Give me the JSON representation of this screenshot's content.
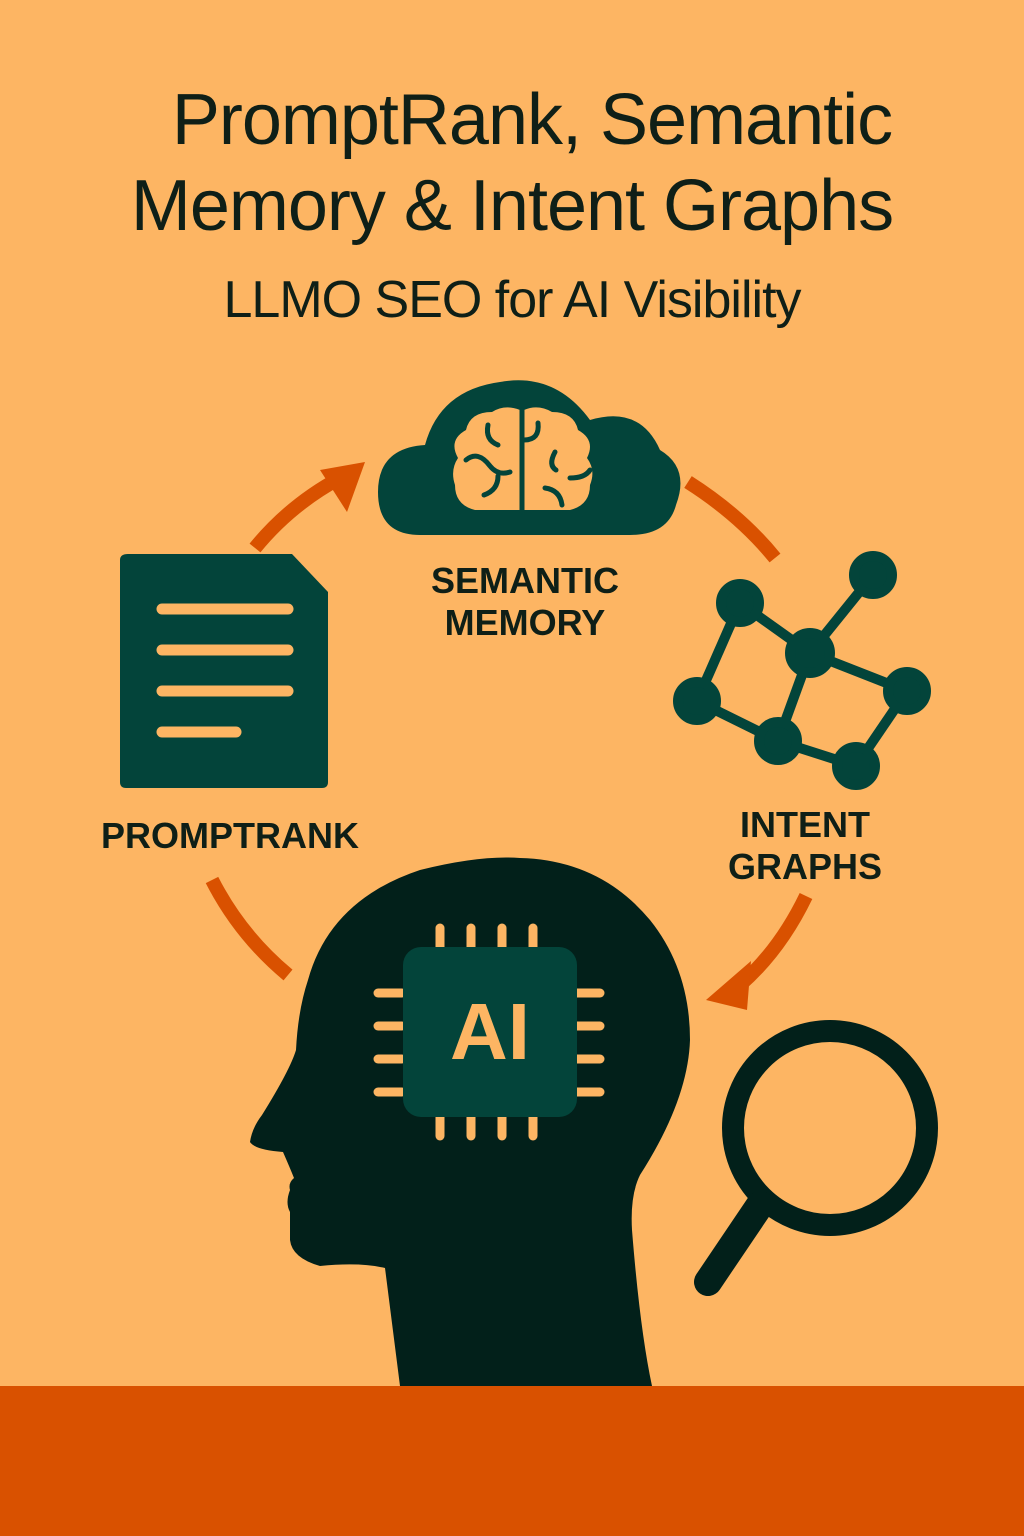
{
  "header": {
    "title_line1": "PromptRank, Semantic",
    "title_line2": "Memory & Intent Graphs",
    "subtitle": "LLMO SEO for AI Visibility"
  },
  "nodes": [
    {
      "id": "promptrank",
      "label": "PROMPTRANK",
      "icon": "document-icon"
    },
    {
      "id": "semantic_memory",
      "label_line1": "SEMANTIC",
      "label_line2": "MEMORY",
      "icon": "cloud-brain-icon"
    },
    {
      "id": "intent_graphs",
      "label_line1": "INTENT",
      "label_line2": "GRAPHS",
      "icon": "network-graph-icon"
    }
  ],
  "center": {
    "chip_text": "AI",
    "icon": "head-with-ai-chip-icon"
  },
  "extra_icons": [
    "magnifying-glass-icon"
  ],
  "colors": {
    "background": "#FDB563",
    "dark_green": "#03443A",
    "head_dark": "#02201A",
    "arrow_orange": "#D95100",
    "footer": "#D95100",
    "text": "#0F1F17"
  }
}
